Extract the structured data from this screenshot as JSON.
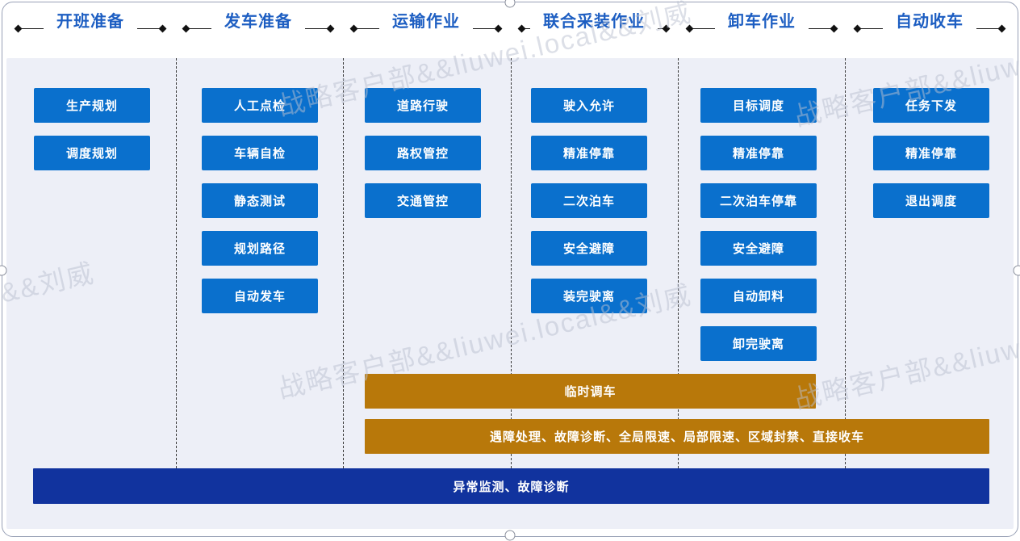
{
  "watermark": {
    "text": "战略客户部&&liuwei.local&&刘威"
  },
  "columns": [
    {
      "title": "开班准备",
      "tasks": [
        "生产规划",
        "调度规划"
      ]
    },
    {
      "title": "发车准备",
      "tasks": [
        "人工点检",
        "车辆自检",
        "静态测试",
        "规划路径",
        "自动发车"
      ]
    },
    {
      "title": "运输作业",
      "tasks": [
        "道路行驶",
        "路权管控",
        "交通管控"
      ]
    },
    {
      "title": "联合采装作业",
      "tasks": [
        "驶入允许",
        "精准停靠",
        "二次泊车",
        "安全避障",
        "装完驶离"
      ]
    },
    {
      "title": "卸车作业",
      "tasks": [
        "目标调度",
        "精准停靠",
        "二次泊车停靠",
        "安全避障",
        "自动卸料",
        "卸完驶离"
      ]
    },
    {
      "title": "自动收车",
      "tasks": [
        "任务下发",
        "精准停靠",
        "退出调度"
      ]
    }
  ],
  "overlay_bars": [
    {
      "label": "临时调车"
    },
    {
      "label": "遇障处理、故障诊断、全局限速、局部限速、区域封禁、直接收车"
    },
    {
      "label": "异常监测、故障诊断"
    }
  ],
  "colors": {
    "task-blue": "#0a70cd",
    "bar-gold": "#b8780a",
    "bar-navy": "#11339e",
    "header-blue": "#1d5ec2",
    "panel-bg": "#edeff7"
  }
}
